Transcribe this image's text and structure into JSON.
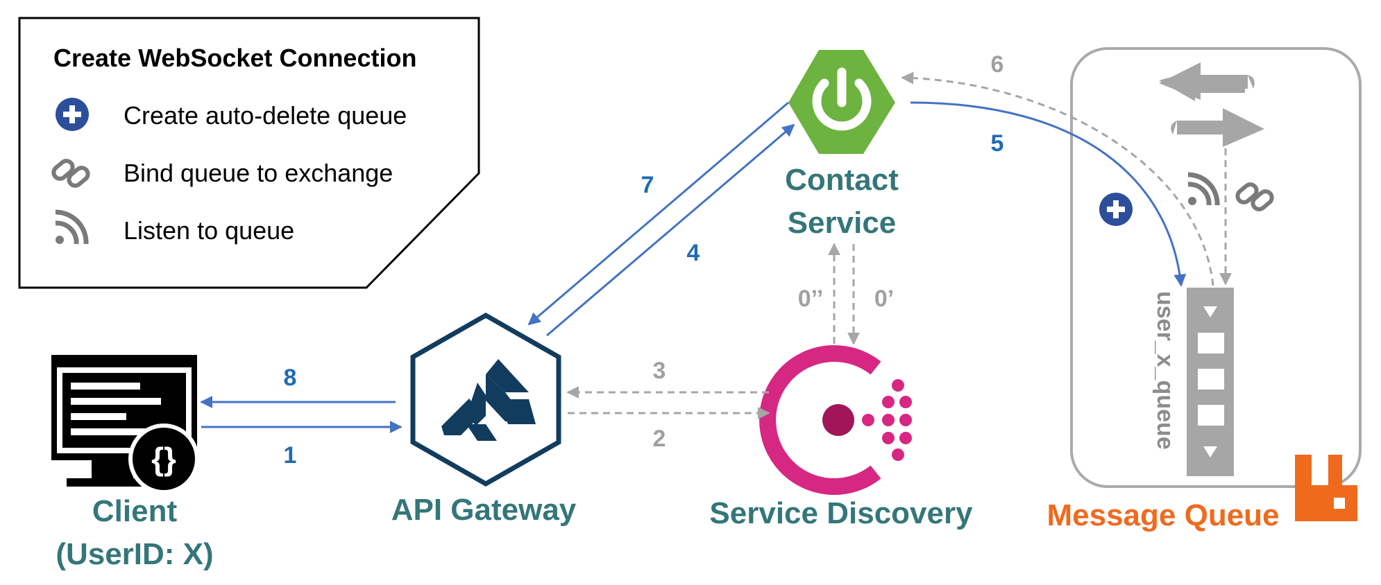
{
  "legend": {
    "title": "Create WebSocket Connection",
    "items": [
      {
        "icon": "plus-circle-icon",
        "label": "Create auto-delete queue"
      },
      {
        "icon": "link-icon",
        "label": "Bind queue to exchange"
      },
      {
        "icon": "rss-feed-icon",
        "label": "Listen to queue"
      }
    ]
  },
  "nodes": {
    "client": {
      "line1": "Client",
      "line2": "(UserID: X)"
    },
    "gateway": {
      "label": "API Gateway"
    },
    "contact": {
      "line1": "Contact",
      "line2": "Service"
    },
    "discovery": {
      "label": "Service Discovery"
    },
    "mq": {
      "label": "Message Queue",
      "queue": "user_x_queue"
    }
  },
  "steps": {
    "s1": "1",
    "s2": "2",
    "s3": "3",
    "s4": "4",
    "s5": "5",
    "s6": "6",
    "s7": "7",
    "s8": "8",
    "s0p": "0’",
    "s0pp": "0’’"
  },
  "colors": {
    "blue_arrow": "#4472c4",
    "blue_step": "#1f6bb5",
    "gray_arrow": "#a6a6a6",
    "teal_label": "#34767a",
    "orange": "#f06a1e",
    "spring_green": "#6db33f",
    "consul_pink": "#d62783",
    "kong_navy": "#123c5e",
    "legend_plus": "#2d4e9a"
  }
}
